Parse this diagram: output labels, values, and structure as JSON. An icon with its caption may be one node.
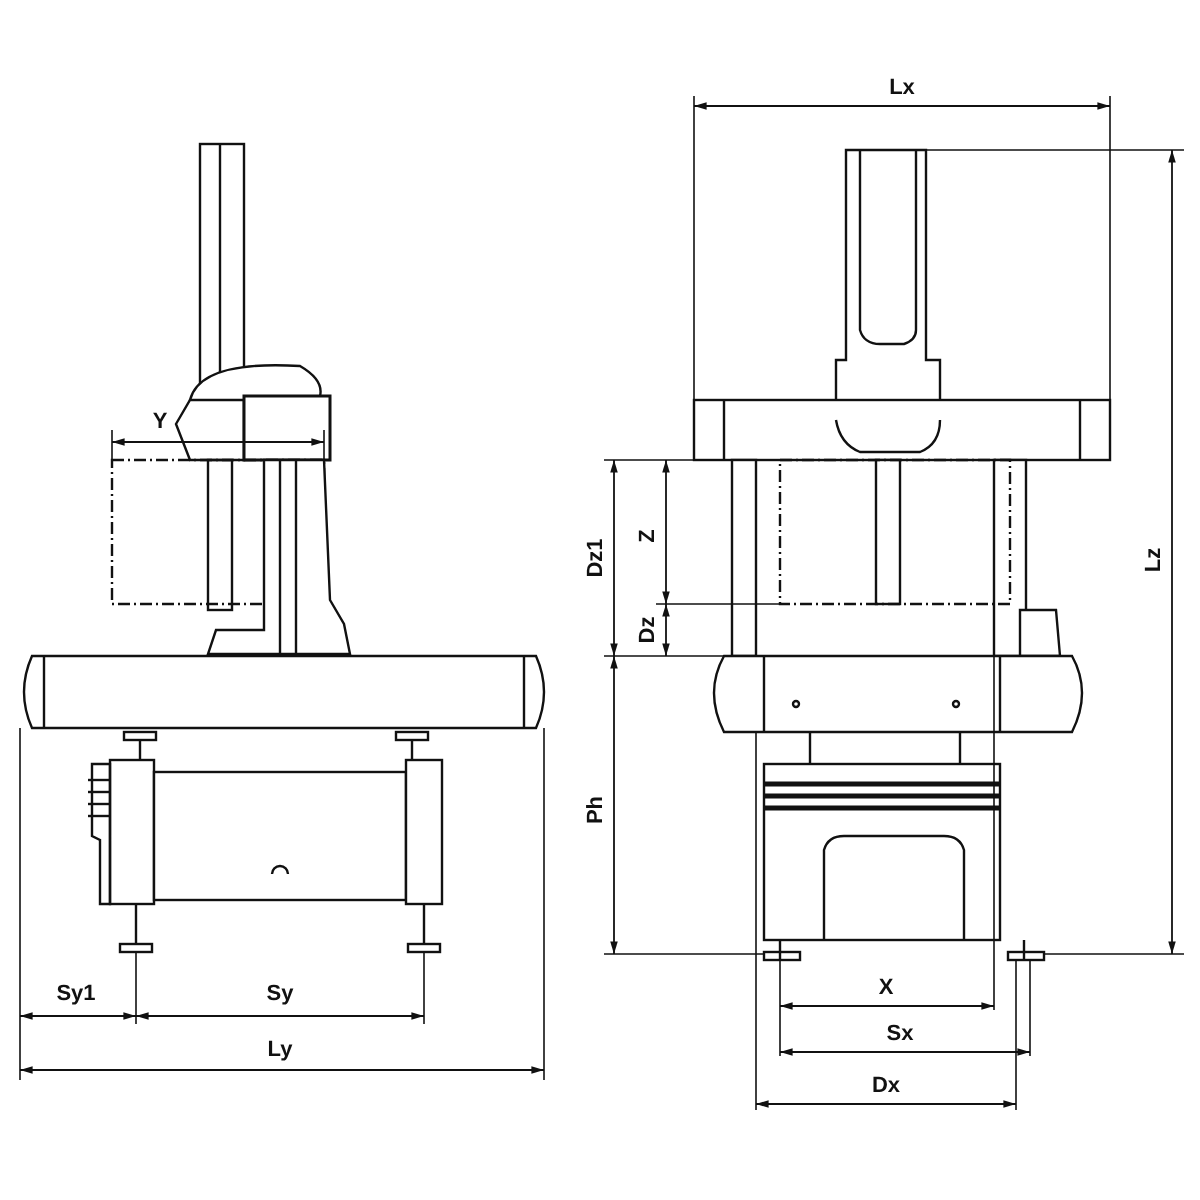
{
  "diagram": {
    "labels": [
      "Lx",
      "Y",
      "Lz",
      "Z",
      "Dz1",
      "Dz",
      "Ph",
      "Sy1",
      "Sy",
      "X",
      "Ly",
      "Sx",
      "Dx"
    ]
  }
}
